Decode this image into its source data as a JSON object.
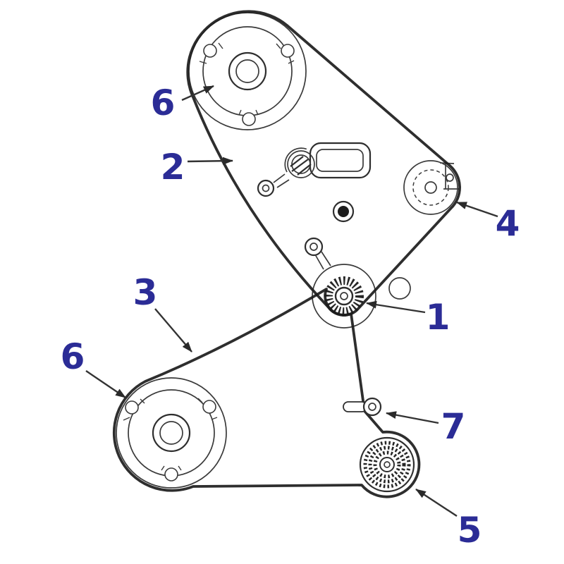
{
  "figure": {
    "description": "Belt and pulley routing diagram with numbered callouts"
  },
  "colors": {
    "label": "#2b2c96",
    "ink": "#2e2e2e",
    "belt": "#1c1c1c",
    "background": "#ffffff"
  },
  "callouts": [
    {
      "id": "6-top",
      "text": "6"
    },
    {
      "id": "2",
      "text": "2"
    },
    {
      "id": "4",
      "text": "4"
    },
    {
      "id": "3",
      "text": "3"
    },
    {
      "id": "6-bottom",
      "text": "6"
    },
    {
      "id": "1",
      "text": "1"
    },
    {
      "id": "7",
      "text": "7"
    },
    {
      "id": "5",
      "text": "5"
    }
  ]
}
